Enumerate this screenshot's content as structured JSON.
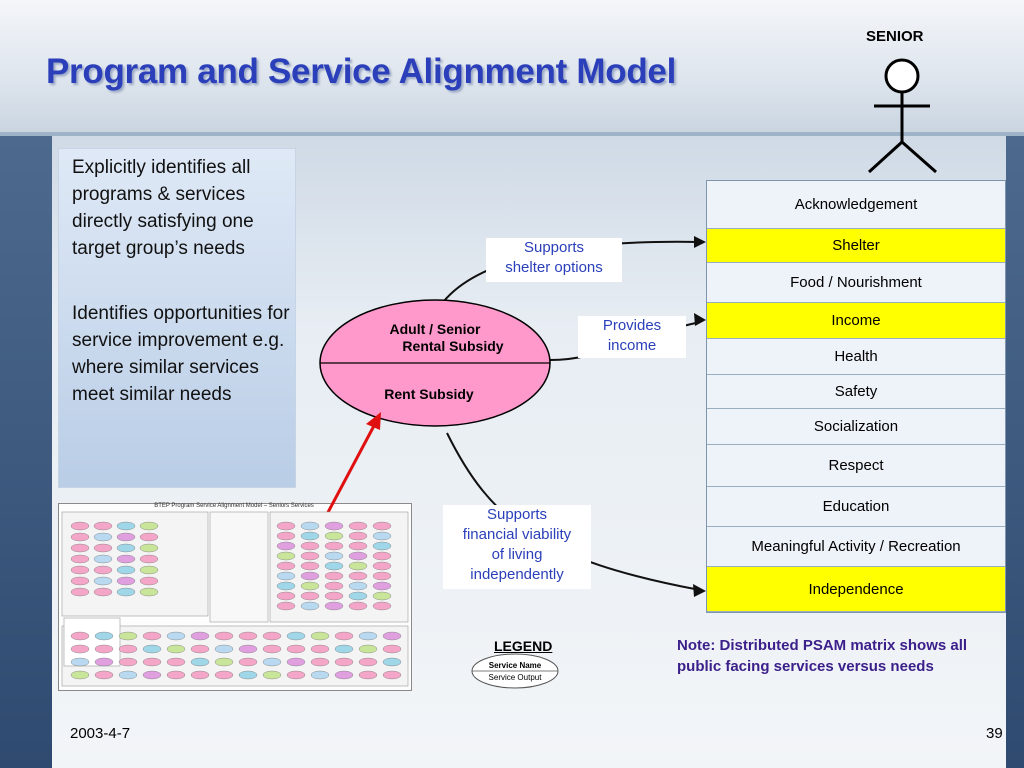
{
  "slide": {
    "title": "Program and Service Alignment Model",
    "date": "2003-4-7",
    "page_number": "39"
  },
  "senior_figure": {
    "label": "SENIOR",
    "icon": "stick-figure-icon"
  },
  "intro": {
    "paragraph1": "Explicitly identifies all programs & services directly satisfying one target group’s needs",
    "paragraph2": "Identifies opportunities for service improvement e.g. where similar services meet similar needs"
  },
  "oval": {
    "service_name_line1": "Adult / Senior",
    "service_name_line2": "Rental Subsidy",
    "service_output": "Rent Subsidy",
    "fill_color": "#ff99cc"
  },
  "connectors": [
    {
      "label": "Supports\nshelter options",
      "line1": "Supports",
      "line2": "shelter options",
      "target": "Shelter"
    },
    {
      "label": "Provides\nincome",
      "line1": "Provides",
      "line2": "income",
      "target": "Income"
    },
    {
      "label": "Supports financial viability of living independently",
      "line1": "Supports",
      "line2": "financial viability",
      "line3": "of living",
      "line4": "independently",
      "target": "Independence"
    }
  ],
  "needs": [
    {
      "label": "Acknowledgement",
      "highlighted": false
    },
    {
      "label": "Shelter",
      "highlighted": true
    },
    {
      "label": "Food / Nourishment",
      "highlighted": false
    },
    {
      "label": "Income",
      "highlighted": true
    },
    {
      "label": "Health",
      "highlighted": false
    },
    {
      "label": "Safety",
      "highlighted": false
    },
    {
      "label": "Socialization",
      "highlighted": false
    },
    {
      "label": "Respect",
      "highlighted": false
    },
    {
      "label": "Education",
      "highlighted": false
    },
    {
      "label": "Meaningful Activity / Recreation",
      "highlighted": false
    },
    {
      "label": "Independence",
      "highlighted": true
    }
  ],
  "thumbnail": {
    "title": "BTEP Program Service Alignment Model – Seniors Services"
  },
  "legend": {
    "title": "LEGEND",
    "service_name": "Service Name",
    "service_output": "Service Output"
  },
  "note": "Note: Distributed PSAM matrix shows all public facing services versus needs",
  "colors": {
    "title": "#2a3fb9",
    "highlight": "#ffff00",
    "connector_text": "#2a3fb9",
    "note": "#3b1f8a",
    "arrow_red": "#e01010"
  }
}
